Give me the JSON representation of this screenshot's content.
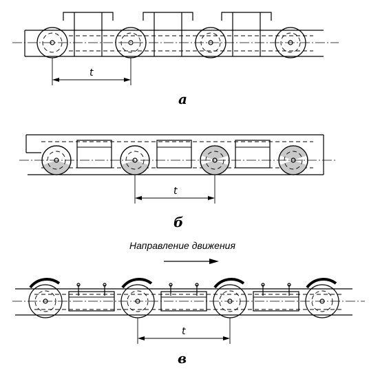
{
  "figures": [
    {
      "id": "a",
      "label": "а",
      "pitch_label": "t"
    },
    {
      "id": "b",
      "label": "б",
      "pitch_label": "t"
    },
    {
      "id": "v",
      "label": "в",
      "pitch_label": "t"
    }
  ],
  "direction_text": "Направление движения"
}
